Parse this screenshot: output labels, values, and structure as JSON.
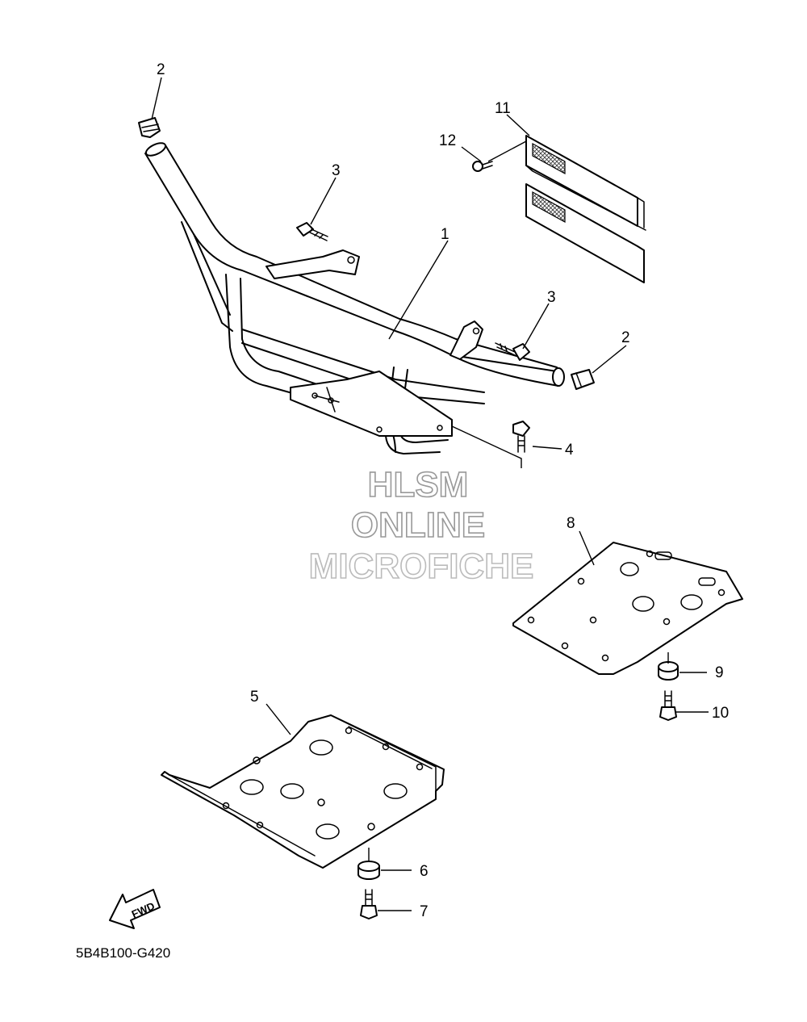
{
  "watermark": {
    "line1": "HLSM",
    "line2": "ONLINE",
    "line3": "MICROFICHE"
  },
  "diagram_code": "5B4B100-G420",
  "fwd_label": "FWD",
  "callouts": [
    {
      "id": "c1",
      "label": "1"
    },
    {
      "id": "c2a",
      "label": "2"
    },
    {
      "id": "c2b",
      "label": "2"
    },
    {
      "id": "c3a",
      "label": "3"
    },
    {
      "id": "c3b",
      "label": "3"
    },
    {
      "id": "c4",
      "label": "4"
    },
    {
      "id": "c5",
      "label": "5"
    },
    {
      "id": "c6",
      "label": "6"
    },
    {
      "id": "c7",
      "label": "7"
    },
    {
      "id": "c8",
      "label": "8"
    },
    {
      "id": "c9",
      "label": "9"
    },
    {
      "id": "c10",
      "label": "10"
    },
    {
      "id": "c11",
      "label": "11"
    },
    {
      "id": "c12",
      "label": "12"
    }
  ]
}
